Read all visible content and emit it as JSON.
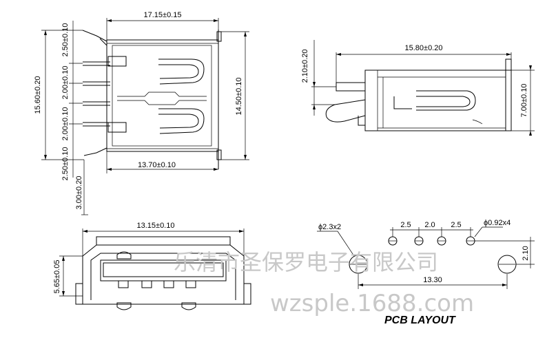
{
  "views": {
    "top": {
      "width_dim": "17.15±0.15",
      "height_dim": "15.60±0.20",
      "inner_height_dim": "14.50±0.10",
      "bottom_dim": "13.70±0.10",
      "pitch_dims": [
        "2.50±0.10",
        "2.00±0.10",
        "2.00±0.10",
        "2.50±0.10"
      ],
      "pin_length_dim": "3.00±0.20"
    },
    "side": {
      "length_dim": "15.80±0.20",
      "offset_dim": "2.10±0.20",
      "height_dim": "7.00±0.10"
    },
    "front": {
      "width_dim": "13.15±0.10",
      "height_dim": "5.65±0.05"
    },
    "pcb": {
      "hole_big_dim": "ϕ2.3x2",
      "hole_small_dim": "ϕ0.92x4",
      "pitch_dims": [
        "2.5",
        "2.0",
        "2.5"
      ],
      "span_dim": "13.30",
      "offset_dim": "2.10",
      "title": "PCB LAYOUT"
    }
  },
  "watermark": {
    "company": "乐清市圣保罗电子有限公司",
    "site": "wzsple.1688.com"
  }
}
